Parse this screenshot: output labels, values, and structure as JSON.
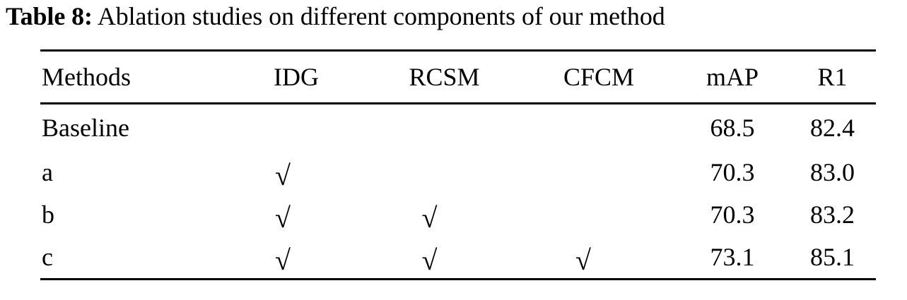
{
  "caption": {
    "label": "Table 8:",
    "text": "Ablation studies on different components of our method"
  },
  "table": {
    "columns": [
      {
        "key": "methods",
        "label": "Methods",
        "align": "left",
        "type": "text"
      },
      {
        "key": "idg",
        "label": "IDG",
        "align": "center",
        "type": "mark"
      },
      {
        "key": "rcsm",
        "label": "RCSM",
        "align": "center",
        "type": "mark"
      },
      {
        "key": "cfcm",
        "label": "CFCM",
        "align": "center",
        "type": "mark"
      },
      {
        "key": "map",
        "label": "mAP",
        "align": "center",
        "type": "number"
      },
      {
        "key": "r1",
        "label": "R1",
        "align": "center",
        "type": "number"
      }
    ],
    "check_glyph": "√",
    "rows": [
      {
        "methods": "Baseline",
        "idg": "",
        "rcsm": "",
        "cfcm": "",
        "map": "68.5",
        "r1": "82.4",
        "bold": false
      },
      {
        "methods": "a",
        "idg": "√",
        "rcsm": "",
        "cfcm": "",
        "map": "70.3",
        "r1": "83.0",
        "bold": false
      },
      {
        "methods": "b",
        "idg": "√",
        "rcsm": "√",
        "cfcm": "",
        "map": "70.3",
        "r1": "83.2",
        "bold": false
      },
      {
        "methods": "c",
        "idg": "√",
        "rcsm": "√",
        "cfcm": "√",
        "map": "73.1",
        "r1": "85.1",
        "bold": true
      }
    ]
  },
  "style": {
    "text_color": "#000000",
    "background": "#ffffff",
    "rule_color": "#000000"
  }
}
